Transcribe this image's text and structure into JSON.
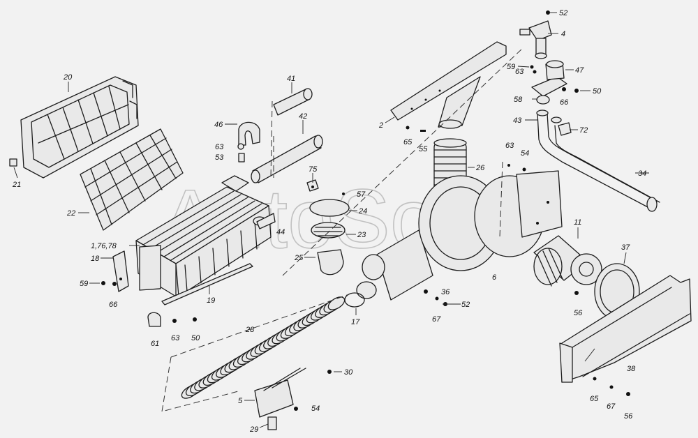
{
  "watermark": "AutoSoft",
  "callouts": [
    {
      "id": "c52a",
      "text": "52"
    },
    {
      "id": "c4",
      "text": "4"
    },
    {
      "id": "c59a",
      "text": "59"
    },
    {
      "id": "c63a",
      "text": "63"
    },
    {
      "id": "c47",
      "text": "47"
    },
    {
      "id": "c50a",
      "text": "50"
    },
    {
      "id": "c58",
      "text": "58"
    },
    {
      "id": "c66a",
      "text": "66"
    },
    {
      "id": "c43",
      "text": "43"
    },
    {
      "id": "c72",
      "text": "72"
    },
    {
      "id": "c20",
      "text": "20"
    },
    {
      "id": "c41",
      "text": "41"
    },
    {
      "id": "c2",
      "text": "2"
    },
    {
      "id": "c65a",
      "text": "65"
    },
    {
      "id": "c55",
      "text": "55"
    },
    {
      "id": "c46",
      "text": "46"
    },
    {
      "id": "c42",
      "text": "42"
    },
    {
      "id": "c63b",
      "text": "63"
    },
    {
      "id": "c53",
      "text": "53"
    },
    {
      "id": "c21",
      "text": "21"
    },
    {
      "id": "c75",
      "text": "75"
    },
    {
      "id": "c57",
      "text": "57"
    },
    {
      "id": "c26",
      "text": "26"
    },
    {
      "id": "c63c",
      "text": "63"
    },
    {
      "id": "c54a",
      "text": "54"
    },
    {
      "id": "c34",
      "text": "34"
    },
    {
      "id": "c22",
      "text": "22"
    },
    {
      "id": "c24",
      "text": "24"
    },
    {
      "id": "c44",
      "text": "44"
    },
    {
      "id": "c23",
      "text": "23"
    },
    {
      "id": "c11",
      "text": "11"
    },
    {
      "id": "c1",
      "text": "1,76,78"
    },
    {
      "id": "c37",
      "text": "37"
    },
    {
      "id": "c18",
      "text": "18"
    },
    {
      "id": "c25",
      "text": "25"
    },
    {
      "id": "c6",
      "text": "6"
    },
    {
      "id": "c59b",
      "text": "59"
    },
    {
      "id": "c66b",
      "text": "66"
    },
    {
      "id": "c19",
      "text": "19"
    },
    {
      "id": "c36",
      "text": "36"
    },
    {
      "id": "c52b",
      "text": "52"
    },
    {
      "id": "c56a",
      "text": "56"
    },
    {
      "id": "c67a",
      "text": "67"
    },
    {
      "id": "c17",
      "text": "17"
    },
    {
      "id": "c61",
      "text": "61"
    },
    {
      "id": "c63d",
      "text": "63"
    },
    {
      "id": "c50b",
      "text": "50"
    },
    {
      "id": "c28",
      "text": "28"
    },
    {
      "id": "c38",
      "text": "38"
    },
    {
      "id": "c30",
      "text": "30"
    },
    {
      "id": "c5",
      "text": "5"
    },
    {
      "id": "c54b",
      "text": "54"
    },
    {
      "id": "c29",
      "text": "29"
    },
    {
      "id": "c65b",
      "text": "65"
    },
    {
      "id": "c67b",
      "text": "67"
    },
    {
      "id": "c56b",
      "text": "56"
    }
  ]
}
